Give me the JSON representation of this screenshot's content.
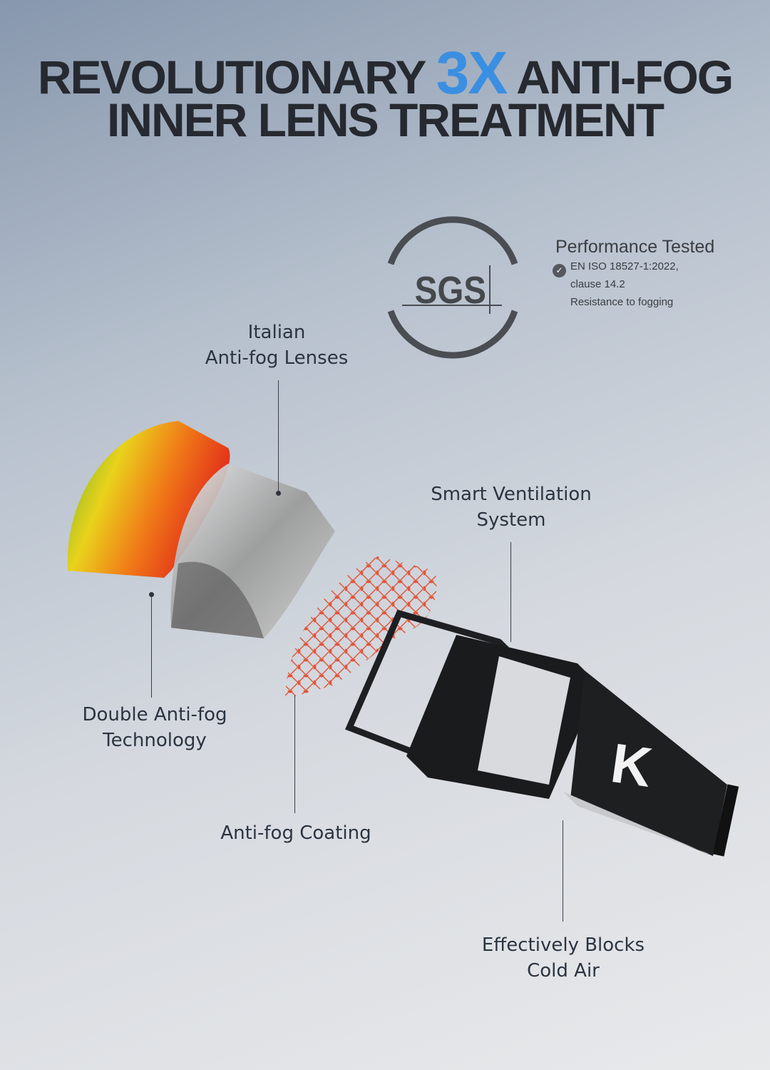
{
  "headline": {
    "line1_before": "REVOLUTIONARY",
    "line1_accent": "3X",
    "line1_after": "ANTI-FOG",
    "line2": "INNER LENS TREATMENT",
    "accent_color": "#3a8fe2"
  },
  "certification": {
    "logo_text": "SGS",
    "title": "Performance Tested",
    "lines": [
      "EN ISO 18527-1:2022,",
      "clause 14.2",
      "Resistance to fogging"
    ],
    "icon": "check-circle-icon"
  },
  "callouts": {
    "italian_lenses": [
      "Italian",
      "Anti-fog Lenses"
    ],
    "smart_ventilation": [
      "Smart Ventilation",
      "System"
    ],
    "double_antifog": [
      "Double Anti-fog",
      "Technology"
    ],
    "antifog_coating": [
      "Anti-fog Coating"
    ],
    "blocks_cold_air": [
      "Effectively Blocks",
      "Cold Air"
    ]
  },
  "product": {
    "strap_logo": "K"
  }
}
